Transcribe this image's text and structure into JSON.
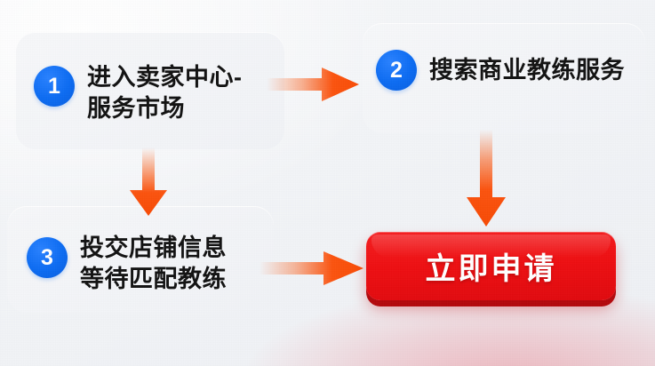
{
  "graphic": {
    "type": "process-flow",
    "background_color": "#f2f4f7",
    "accent_blue": "#0d6cf2",
    "accent_orange": "#fb5a13",
    "cta_red": "#ee1013",
    "text_color": "#131313"
  },
  "steps": [
    {
      "number": "1",
      "label": "进入卖家中心-\n服务市场",
      "panel": true
    },
    {
      "number": "2",
      "label": "搜索商业教练服务",
      "panel": true
    },
    {
      "number": "3",
      "label": "投交店铺信息\n等待匹配教练",
      "panel": true
    }
  ],
  "arrows": [
    {
      "name": "arrow-step1-to-step2",
      "direction": "right",
      "icon": "arrow-right-icon"
    },
    {
      "name": "arrow-step1-to-step3",
      "direction": "down",
      "icon": "arrow-down-icon"
    },
    {
      "name": "arrow-step2-to-cta",
      "direction": "down",
      "icon": "arrow-down-icon"
    },
    {
      "name": "arrow-step3-to-cta",
      "direction": "right",
      "icon": "arrow-right-icon"
    }
  ],
  "cta": {
    "label": "立即申请",
    "color": "#ee1013",
    "text_color": "#ffffff"
  }
}
